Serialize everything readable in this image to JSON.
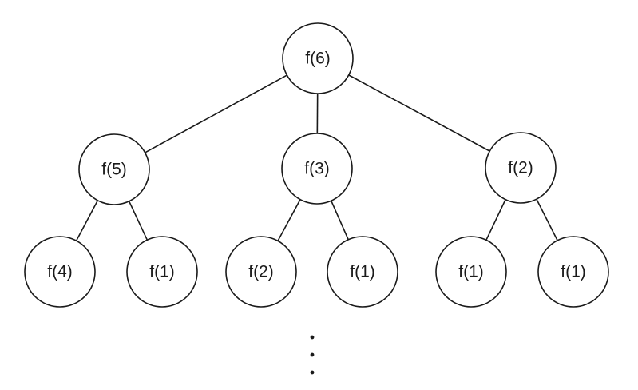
{
  "tree": {
    "nodes": [
      {
        "id": "n0",
        "label": "f(6)"
      },
      {
        "id": "n1",
        "label": "f(5)",
        "parent": "n0"
      },
      {
        "id": "n2",
        "label": "f(3)",
        "parent": "n0"
      },
      {
        "id": "n3",
        "label": "f(2)",
        "parent": "n0"
      },
      {
        "id": "n4",
        "label": "f(4)",
        "parent": "n1"
      },
      {
        "id": "n5",
        "label": "f(1)",
        "parent": "n1"
      },
      {
        "id": "n6",
        "label": "f(2)",
        "parent": "n2"
      },
      {
        "id": "n7",
        "label": "f(1)",
        "parent": "n2"
      },
      {
        "id": "n8",
        "label": "f(1)",
        "parent": "n3"
      },
      {
        "id": "n9",
        "label": "f(1)",
        "parent": "n3"
      }
    ],
    "continuation": "⋮"
  },
  "colors": {
    "stroke": "#1a1a1a",
    "fill": "#ffffff"
  }
}
